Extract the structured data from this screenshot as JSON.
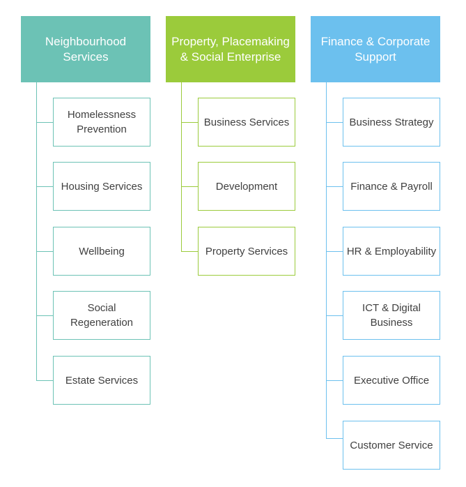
{
  "colors": {
    "neighbourhood": "#6cc2b5",
    "property": "#9bcb3b",
    "finance": "#6cc0ee",
    "box_text": "#404040"
  },
  "columns": [
    {
      "title": "Neighbourhood Services",
      "items": [
        "Homelessness Prevention",
        "Housing Services",
        "Wellbeing",
        "Social Regeneration",
        "Estate Services"
      ]
    },
    {
      "title": "Property, Placemaking & Social Enterprise",
      "items": [
        "Business Services",
        "Development",
        "Property Services"
      ]
    },
    {
      "title": "Finance & Corporate Support",
      "items": [
        "Business Strategy",
        "Finance & Payroll",
        "HR & Employability",
        "ICT & Digital Business",
        "Executive Office",
        "Customer Service"
      ]
    }
  ]
}
